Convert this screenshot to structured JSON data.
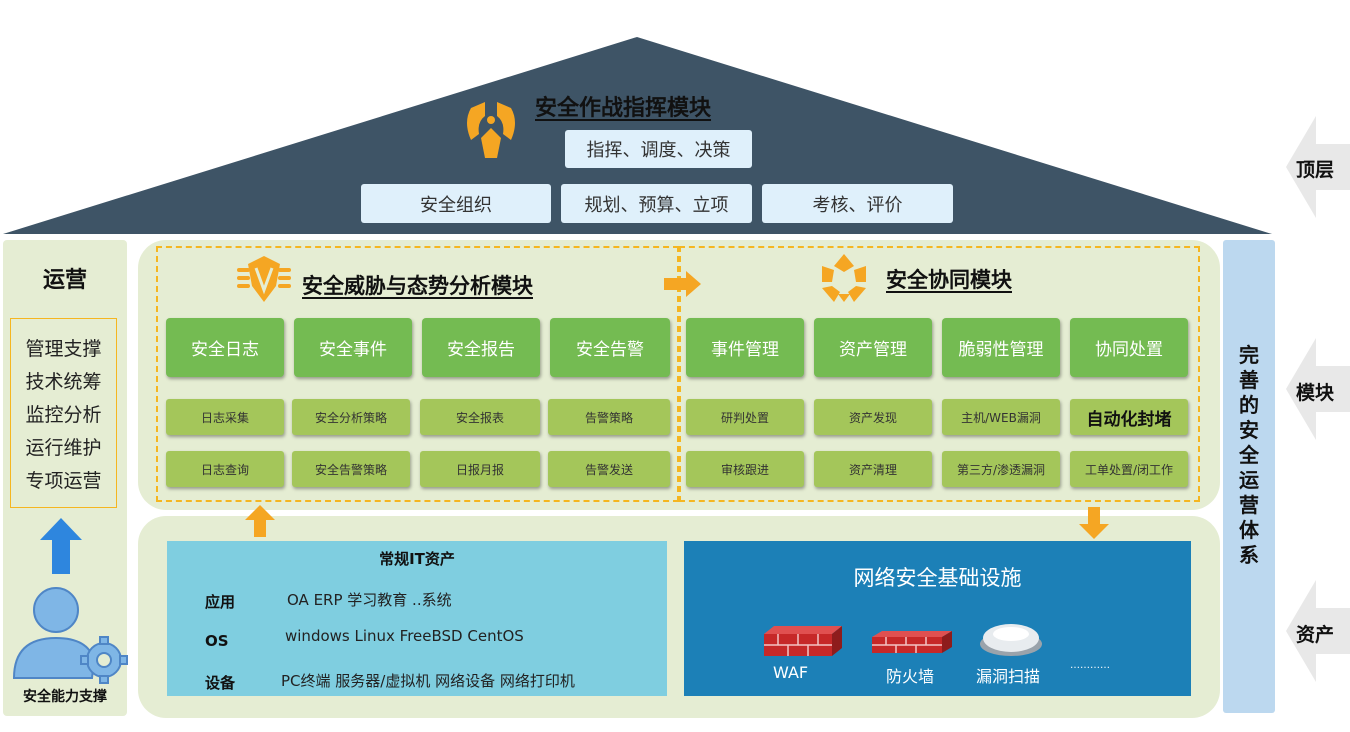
{
  "roof": {
    "title": "安全作战指挥模块",
    "command": "指挥、调度、决策",
    "boxes": [
      "安全组织",
      "规划、预算、立项",
      "考核、评价"
    ]
  },
  "left": {
    "title": "运营",
    "items": [
      "管理支撑",
      "技术统筹",
      "监控分析",
      "运行维护",
      "专项运营"
    ],
    "footer": "安全能力支撑"
  },
  "threat": {
    "title": "安全威胁与态势分析模块",
    "main": [
      "安全日志",
      "安全事件",
      "安全报告",
      "安全告警"
    ],
    "row1": [
      "日志采集",
      "安全分析策略",
      "安全报表",
      "告警策略"
    ],
    "row2": [
      "日志查询",
      "安全告警策略",
      "日报月报",
      "告警发送"
    ]
  },
  "collab": {
    "title": "安全协同模块",
    "main": [
      "事件管理",
      "资产管理",
      "脆弱性管理",
      "协同处置"
    ],
    "row1": [
      "研判处置",
      "资产发现",
      "主机/WEB漏洞",
      "自动化封堵"
    ],
    "row2": [
      "审核跟进",
      "资产清理",
      "第三方/渗透漏洞",
      "工单处置/闭工作"
    ]
  },
  "it": {
    "title": "常规IT资产",
    "rows": [
      {
        "label": "应用",
        "value": "OA ERP 学习教育 ..系统"
      },
      {
        "label": "OS",
        "value": "windows  Linux FreeBSD  CentOS"
      },
      {
        "label": "设备",
        "value": "PC终端 服务器/虚拟机 网络设备 网络打印机"
      }
    ]
  },
  "network": {
    "title": "网络安全基础设施",
    "items": [
      "WAF",
      "防火墙",
      "漏洞扫描",
      "…………"
    ]
  },
  "right": {
    "chars": [
      "完",
      "善",
      "的",
      "安",
      "全",
      "运",
      "营",
      "体",
      "系"
    ]
  },
  "side": [
    "顶层",
    "模块",
    "资产"
  ],
  "colors": {
    "roof": "#3e5466",
    "panel": "#e5edd3",
    "green": "#74bb52",
    "light_green": "#a4c65a",
    "orange": "#f5b620",
    "it_blue": "#7fcee0",
    "net_blue": "#1c80b7",
    "right_col": "#bcd8ef"
  }
}
